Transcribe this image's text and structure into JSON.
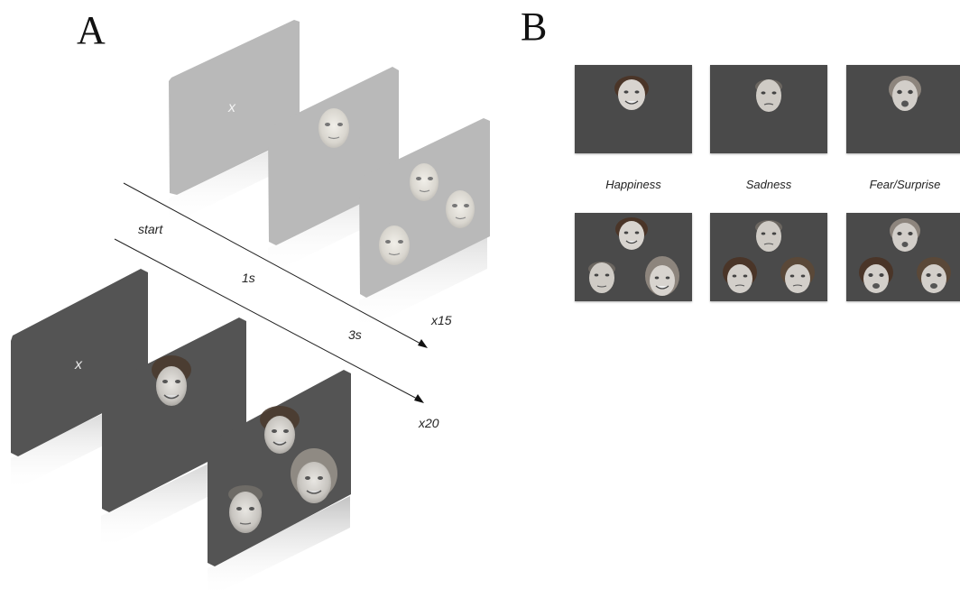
{
  "panel_a": {
    "letter": "A",
    "fixation_mark": "x",
    "labels": {
      "start": "start",
      "t1": "1s",
      "t2": "3s",
      "rep1": "x15",
      "rep2": "x20"
    }
  },
  "panel_b": {
    "letter": "B",
    "emotions": [
      "Happiness",
      "Sadness",
      "Fear/Surprise"
    ]
  },
  "colors": {
    "light_slide": "#b9b9b9",
    "dark_slide": "#545454",
    "thumb_bg": "#4a4a4a"
  }
}
